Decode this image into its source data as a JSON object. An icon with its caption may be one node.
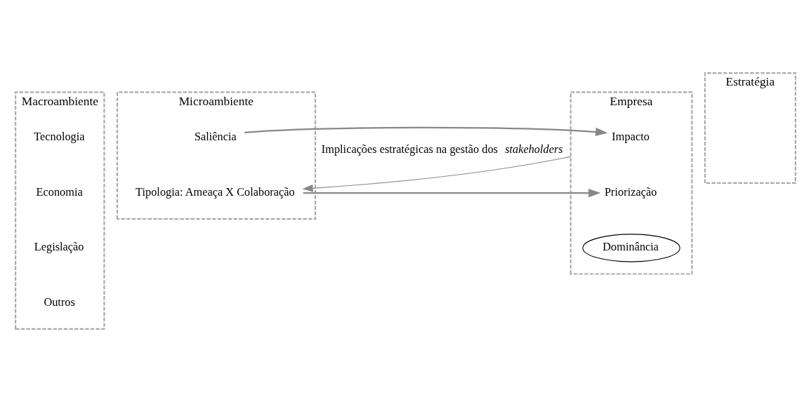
{
  "diagram": {
    "nodes": [
      {
        "text": [
          "Macroambiente"
        ]
      },
      {
        "text": [
          "Tecnologia"
        ],
        "in": 0
      },
      {
        "text": [
          "Economia"
        ],
        "in": 0
      },
      {
        "text": [
          "Legislação"
        ],
        "in": 0
      },
      {
        "text": [
          "Outros"
        ],
        "in": 0
      },
      {
        "text": [
          "Microambiente"
        ]
      },
      {
        "text": [
          "Saliência"
        ],
        "in": 5
      },
      {
        "text": [
          "Tipologia: Ameaça X Colaboração"
        ],
        "in": 5
      },
      {
        "text": [
          "Empresa"
        ]
      },
      {
        "text": [
          "Impacto"
        ],
        "in": 8
      },
      {
        "text": [
          "Priorização"
        ],
        "in": 8
      },
      {
        "text": [
          "Dominância"
        ],
        "in": 8
      },
      {
        "text": [
          "Estratégia"
        ]
      }
    ],
    "edges": [
      {
        "from": 6,
        "to": 9,
        "arrow": "to"
      },
      {
        "from": 7,
        "to": 10,
        "arrow": "to"
      },
      {
        "from": 8,
        "to": 7,
        "arrow": "to",
        "label": "Implicações estratégicas na gestão dos *stakeholders*"
      }
    ]
  }
}
